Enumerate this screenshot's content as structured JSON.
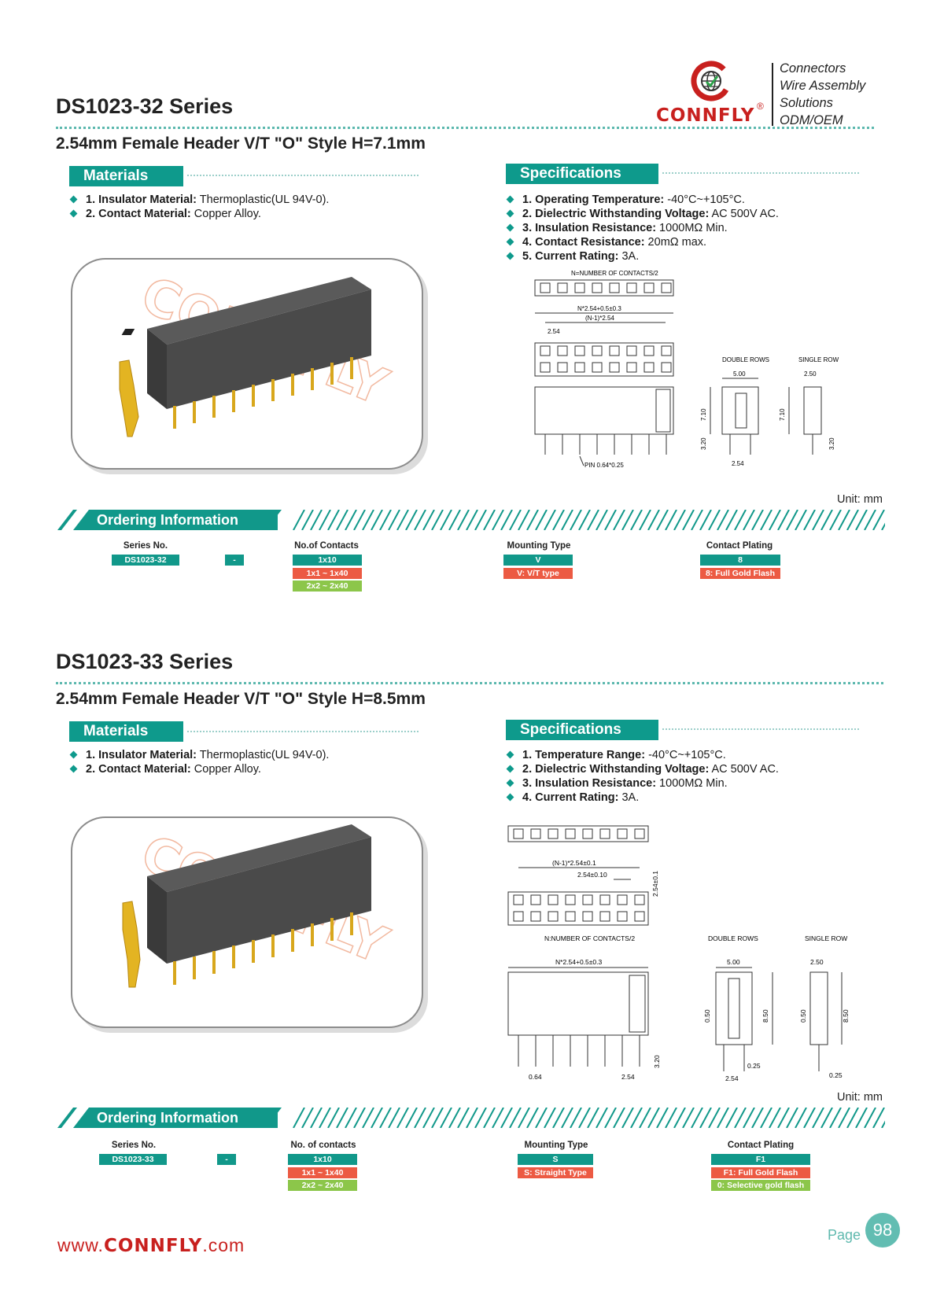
{
  "brand": {
    "name": "CONNFLY",
    "registered": "®",
    "taglines": [
      "Connectors",
      "Wire Assembly",
      "Solutions",
      "ODM/OEM"
    ],
    "colors": {
      "red": "#c8201e",
      "teal": "#11988a",
      "orange": "#ec5a43",
      "green": "#8cc64a"
    }
  },
  "section1": {
    "title": "DS1023-32 Series",
    "subtitle": "2.54mm Female Header V/T \"O\" Style H=7.1mm",
    "materials_head": "Materials",
    "materials": [
      {
        "label": "1. Insulator Material:",
        "value": " Thermoplastic(UL 94V-0)."
      },
      {
        "label": "2. Contact Material:",
        "value": " Copper Alloy."
      }
    ],
    "specs_head": "Specifications",
    "specs": [
      {
        "label": "1. Operating Temperature:",
        "value": " -40°C~+105°C."
      },
      {
        "label": "2. Dielectric Withstanding Voltage:",
        "value": " AC 500V AC."
      },
      {
        "label": "3. Insulation Resistance:",
        "value": " 1000MΩ Min."
      },
      {
        "label": "4. Contact Resistance:",
        "value": " 20mΩ max."
      },
      {
        "label": "5. Current Rating:",
        "value": " 3A."
      }
    ],
    "drawing": {
      "n_contacts": "N=NUMBER OF CONTACTS/2",
      "dim_total": "N*2.54+0.5±0.3",
      "dim_pitch_n": "(N-1)*2.54",
      "dim_pitch": "2.54",
      "double_rows": "DOUBLE ROWS",
      "single_row": "SINGLE ROW",
      "dim_500": "5.00",
      "dim_250": "2.50",
      "dim_710a": "7.10",
      "dim_710b": "7.10",
      "dim_320a": "3.20",
      "dim_320b": "3.20",
      "dim_254b": "2.54",
      "pin": "PIN 0.64*0.25"
    },
    "unit": "Unit: mm",
    "ordering_head": "Ordering Information",
    "ordering": {
      "series_title": "Series No.",
      "series_value": "DS1023-32",
      "dash": "-",
      "contacts_title": "No.of Contacts",
      "contacts_value": "1x10",
      "contacts_opt1": "1x1 ~ 1x40",
      "contacts_opt2": "2x2 ~ 2x40",
      "mount_title": "Mounting Type",
      "mount_value": "V",
      "mount_opt1": "V: V/T type",
      "plating_title": "Contact Plating",
      "plating_value": "8",
      "plating_opt1": "8: Full Gold Flash"
    }
  },
  "section2": {
    "title": "DS1023-33 Series",
    "subtitle": "2.54mm Female Header V/T \"O\" Style H=8.5mm",
    "materials_head": "Materials",
    "materials": [
      {
        "label": "1. Insulator Material:",
        "value": " Thermoplastic(UL 94V-0)."
      },
      {
        "label": "2. Contact Material:",
        "value": " Copper Alloy."
      }
    ],
    "specs_head": "Specifications",
    "specs": [
      {
        "label": "1. Temperature Range:",
        "value": " -40°C~+105°C."
      },
      {
        "label": "2. Dielectric Withstanding Voltage:",
        "value": " AC 500V AC."
      },
      {
        "label": "3. Insulation Resistance:",
        "value": " 1000MΩ Min."
      },
      {
        "label": "4. Current Rating:",
        "value": " 3A."
      }
    ],
    "drawing": {
      "dim_pitch_n": "(N-1)*2.54±0.1",
      "dim_pitch": "2.54±0.10",
      "dim_row": "2.54±0.1",
      "n_contacts": "N:NUMBER OF CONTACTS/2",
      "double_rows": "DOUBLE ROWS",
      "single_row": "SINGLE ROW",
      "dim_total": "N*2.54+0.5±0.3",
      "dim_500": "5.00",
      "dim_250": "2.50",
      "dim_050a": "0.50",
      "dim_050b": "0.50",
      "dim_850a": "8.50",
      "dim_850b": "8.50",
      "dim_320": "3.20",
      "dim_064": "0.64",
      "dim_254a": "2.54",
      "dim_254b": "2.54",
      "dim_025a": "0.25",
      "dim_025b": "0.25"
    },
    "unit": "Unit: mm",
    "ordering_head": "Ordering Information",
    "ordering": {
      "series_title": "Series No.",
      "series_value": "DS1023-33",
      "dash": "-",
      "contacts_title": "No. of contacts",
      "contacts_value": "1x10",
      "contacts_opt1": "1x1 ~ 1x40",
      "contacts_opt2": "2x2 ~ 2x40",
      "mount_title": "Mounting Type",
      "mount_value": "S",
      "mount_opt1": "S: Straight Type",
      "plating_title": "Contact Plating",
      "plating_value": "F1",
      "plating_opt1": "F1: Full Gold Flash",
      "plating_opt2": "0: Selective gold flash"
    }
  },
  "footer": {
    "url_prefix": "www.",
    "url_brand": "CONNFLY",
    "url_suffix": ".com",
    "page_label": "Page",
    "page_number": "98"
  }
}
